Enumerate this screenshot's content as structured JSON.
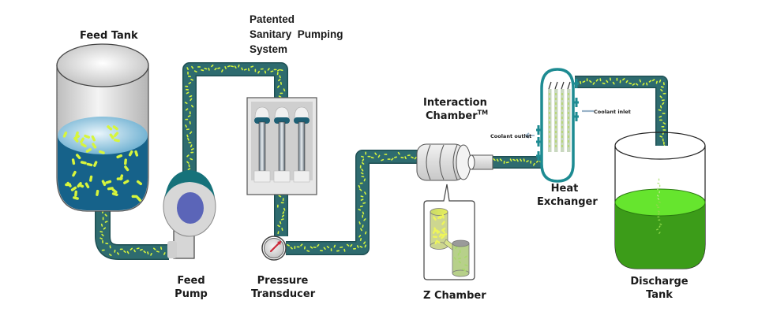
{
  "diagram": {
    "title": "High-shear fluid processor flow diagram",
    "colors": {
      "pipe_fill": "#2e6b6f",
      "pipe_outline": "#1e4f53",
      "particle": "#d7f53c",
      "feed_liquid_top": "#8ec6df",
      "feed_liquid_body": "#16628a",
      "heat_exchanger": "#1d8b92",
      "discharge_liquid_top": "#66e52e",
      "discharge_liquid_body": "#3c9c19",
      "pump_core": "#5b65b8",
      "gauge_needle": "#cc2a3a"
    },
    "components": [
      {
        "id": "feed-tank",
        "label": "Feed Tank"
      },
      {
        "id": "feed-pump",
        "label_lines": [
          "Feed",
          "Pump"
        ]
      },
      {
        "id": "pumping-system",
        "label_lines": [
          "Patented",
          "Sanitary  Pumping",
          "System"
        ]
      },
      {
        "id": "pressure-transducer",
        "label_lines": [
          "Pressure",
          "Transducer"
        ]
      },
      {
        "id": "interaction-chamber",
        "label_lines": [
          "Interaction",
          "Chamber"
        ],
        "trademark": "TM"
      },
      {
        "id": "z-chamber",
        "label": "Z Chamber"
      },
      {
        "id": "heat-exchanger",
        "label_lines": [
          "Heat",
          "Exchanger"
        ]
      },
      {
        "id": "discharge-tank",
        "label_lines": [
          "Discharge",
          "Tank"
        ]
      }
    ],
    "annotations": {
      "coolant_outlet": "Coolant outlet",
      "coolant_inlet": "Coolant inlet"
    }
  }
}
